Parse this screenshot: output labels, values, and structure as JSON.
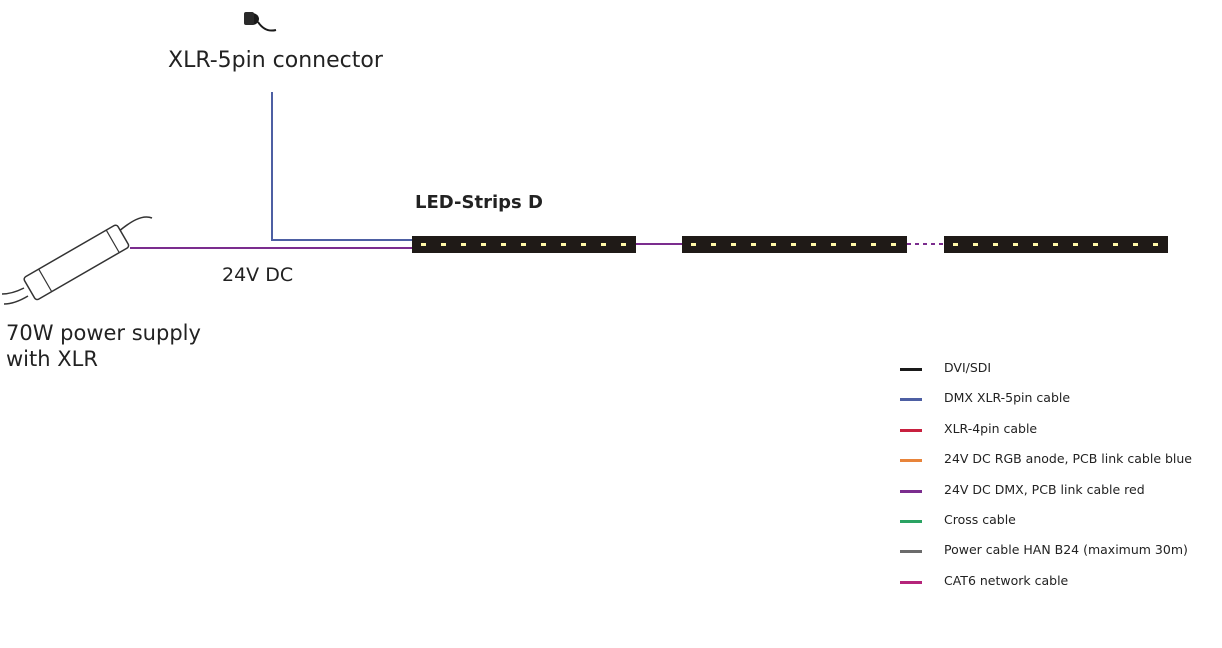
{
  "labels": {
    "connector": "XLR-5pin connector",
    "strips": "LED-Strips D",
    "voltage": "24V DC",
    "psu_line1": "70W power supply",
    "psu_line2": "with XLR"
  },
  "colors": {
    "dmx_cable": "#4d5fa3",
    "power_line": "#7b2d8e",
    "strip_body": "#1f1a17",
    "led": "#fff7a8"
  },
  "legend": [
    {
      "label": "DVI/SDI",
      "color": "#1a1a1a"
    },
    {
      "label": "DMX XLR-5pin cable",
      "color": "#4d5fa3"
    },
    {
      "label": "XLR-4pin cable",
      "color": "#c8203f"
    },
    {
      "label": "24V DC RGB anode, PCB link cable blue",
      "color": "#e8843a"
    },
    {
      "label": "24V DC DMX, PCB link cable red",
      "color": "#7b2d8e"
    },
    {
      "label": "Cross cable",
      "color": "#2aa363"
    },
    {
      "label": "Power cable HAN B24 (maximum 30m)",
      "color": "#6b6b6b"
    },
    {
      "label": "CAT6 network cable",
      "color": "#b5247a"
    }
  ]
}
